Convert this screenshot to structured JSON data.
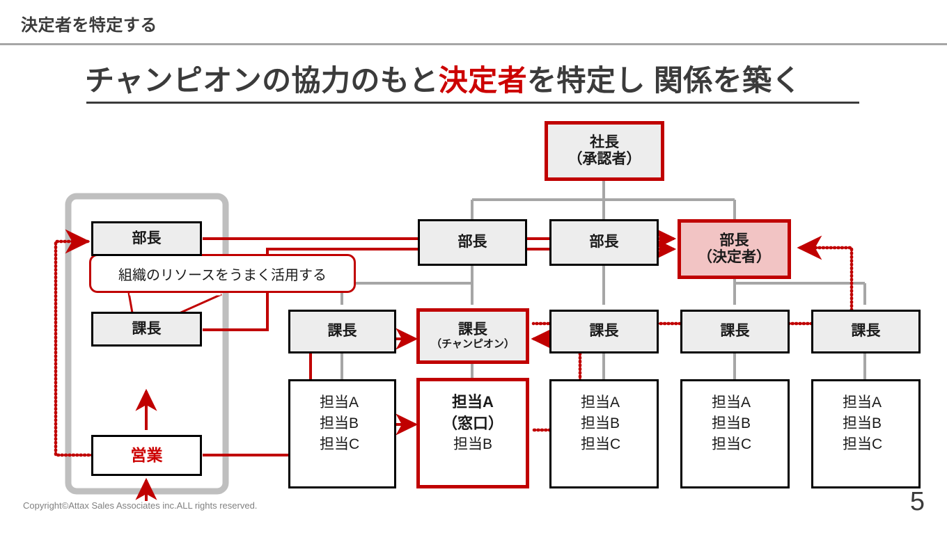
{
  "header": {
    "title": "決定者を特定する"
  },
  "title": {
    "part1": "チャンピオンの協力のもと",
    "highlight": "決定者",
    "part2": "を特定し 関係を築く",
    "highlight_color": "#cc0000"
  },
  "callout": {
    "text": "組織のリソースをうまく活用する"
  },
  "our_company": {
    "boxes": [
      {
        "label": "部長",
        "fill": "#ededed",
        "text_color": "#1a1a1a"
      },
      {
        "label": "課長",
        "fill": "#ededed",
        "text_color": "#1a1a1a"
      },
      {
        "label": "営業",
        "fill": "#ffffff",
        "text_color": "#cc0000"
      }
    ]
  },
  "client_org": {
    "president": {
      "line1": "社長",
      "line2": "（承認者）"
    },
    "directors": [
      {
        "label": "部長",
        "role": ""
      },
      {
        "label": "部長",
        "role": ""
      },
      {
        "label": "部長",
        "role": "（決定者）"
      }
    ],
    "managers": [
      {
        "label": "課長",
        "role": ""
      },
      {
        "label": "課長",
        "role": "（チャンピオン）"
      },
      {
        "label": "課長",
        "role": ""
      },
      {
        "label": "課長",
        "role": ""
      },
      {
        "label": "課長",
        "role": ""
      }
    ],
    "staff_groups": [
      {
        "rows": [
          "担当A",
          "担当B",
          "担当C"
        ],
        "bold_index": -1
      },
      {
        "rows": [
          "担当A",
          "（窓口）",
          "担当B"
        ],
        "bold_index": 1
      },
      {
        "rows": [
          "担当A",
          "担当B",
          "担当C"
        ],
        "bold_index": -1
      },
      {
        "rows": [
          "担当A",
          "担当B",
          "担当C"
        ],
        "bold_index": -1
      },
      {
        "rows": [
          "担当A",
          "担当B",
          "担当C"
        ],
        "bold_index": -1
      }
    ]
  },
  "colors": {
    "accent_red": "#c00000",
    "connector_gray": "#a6a6a6",
    "box_gray_fill": "#ededed",
    "decision_maker_fill": "#f2c4c4",
    "text_dark": "#3b3b3b"
  },
  "footer": {
    "copyright": "Copyright©Attax Sales Associates inc.ALL rights reserved.",
    "page_number": "5"
  }
}
